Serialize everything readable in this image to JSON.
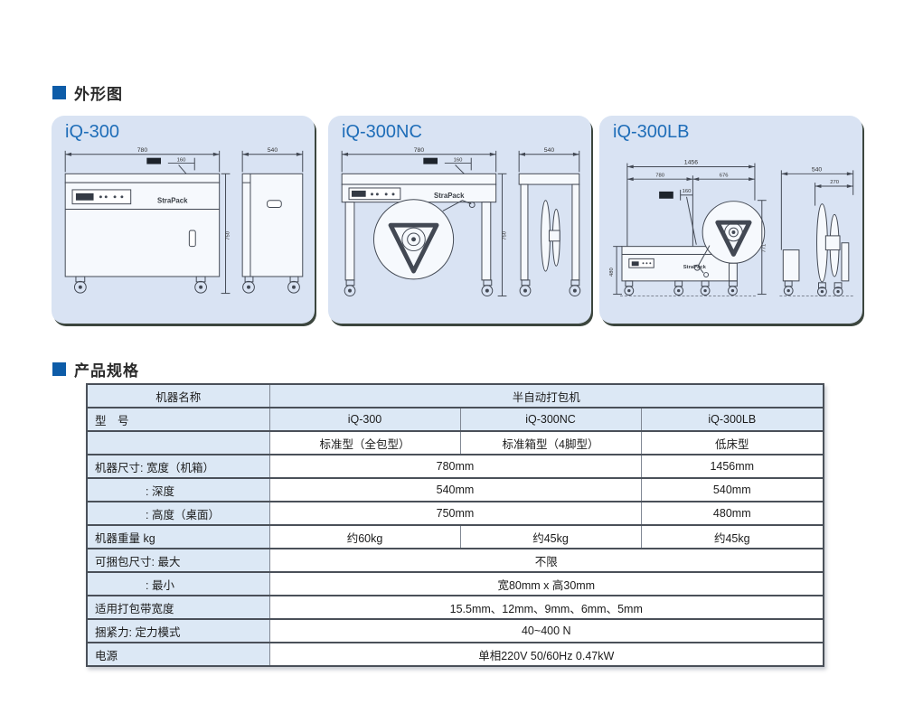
{
  "sections": {
    "outline": {
      "title": "外形图"
    },
    "specs": {
      "title": "产品规格"
    }
  },
  "colors": {
    "accent_blue": "#0d5ca8",
    "model_blue": "#1e6db8",
    "panel_bg": "#d9e3f3",
    "table_header_bg": "#dce8f5"
  },
  "panels": [
    {
      "model": "iQ-300",
      "brand": "StraPack",
      "dims": {
        "front_width": "780",
        "arch_offset": "160",
        "side_depth": "540",
        "height": "750"
      }
    },
    {
      "model": "iQ-300NC",
      "brand": "StraPack",
      "dims": {
        "front_width": "780",
        "arch_offset": "160",
        "side_depth": "540",
        "height": "750"
      }
    },
    {
      "model": "iQ-300LB",
      "brand": "StraPack",
      "dims": {
        "total_width": "1456",
        "bed_width": "780",
        "reel_width": "676",
        "arch_offset": "160",
        "bed_height": "480",
        "reel_height": "771",
        "side_depth": "540",
        "side_inner": "270"
      }
    }
  ],
  "table": {
    "rows": [
      {
        "label": "机器名称",
        "value": "半自动打包机"
      },
      {
        "label": "型　号",
        "c1": "iQ-300",
        "c2": "iQ-300NC",
        "c3": "iQ-300LB"
      },
      {
        "label": "",
        "c1": "标准型（全包型）",
        "c2": "标准箱型（4脚型）",
        "c3": "低床型"
      },
      {
        "label": "机器尺寸: 宽度（机箱）",
        "c12": "780mm",
        "c3": "1456mm"
      },
      {
        "label": ": 深度",
        "c12": "540mm",
        "c3": "540mm"
      },
      {
        "label": ": 高度（桌面）",
        "c12": "750mm",
        "c3": "480mm"
      },
      {
        "label": "机器重量 kg",
        "c1": "约60kg",
        "c2": "约45kg",
        "c3": "约45kg"
      },
      {
        "label": "可捆包尺寸: 最大",
        "value": "不限"
      },
      {
        "label": ": 最小",
        "value": "宽80mm x 高30mm"
      },
      {
        "label": "适用打包带宽度",
        "value": "15.5mm、12mm、9mm、6mm、5mm"
      },
      {
        "label": "捆紧力: 定力模式",
        "value": "40~400 N"
      },
      {
        "label": "电源",
        "value": "单相220V 50/60Hz 0.47kW"
      }
    ]
  }
}
